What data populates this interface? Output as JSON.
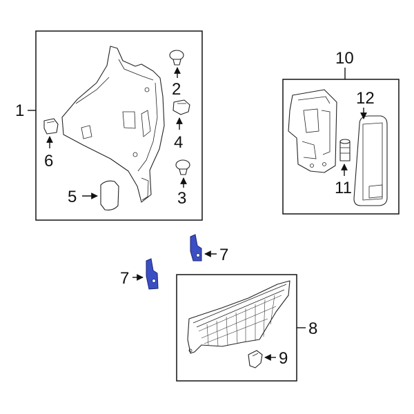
{
  "callouts": {
    "c1": "1",
    "c2": "2",
    "c3": "3",
    "c4": "4",
    "c5": "5",
    "c6": "6",
    "c7a": "7",
    "c7b": "7",
    "c8": "8",
    "c9": "9",
    "c10": "10",
    "c11": "11",
    "c12": "12"
  },
  "colors": {
    "highlight": "#3b4fc4",
    "line": "#111111",
    "background": "#ffffff"
  },
  "icons": {
    "arrow": "arrow-head-icon"
  }
}
